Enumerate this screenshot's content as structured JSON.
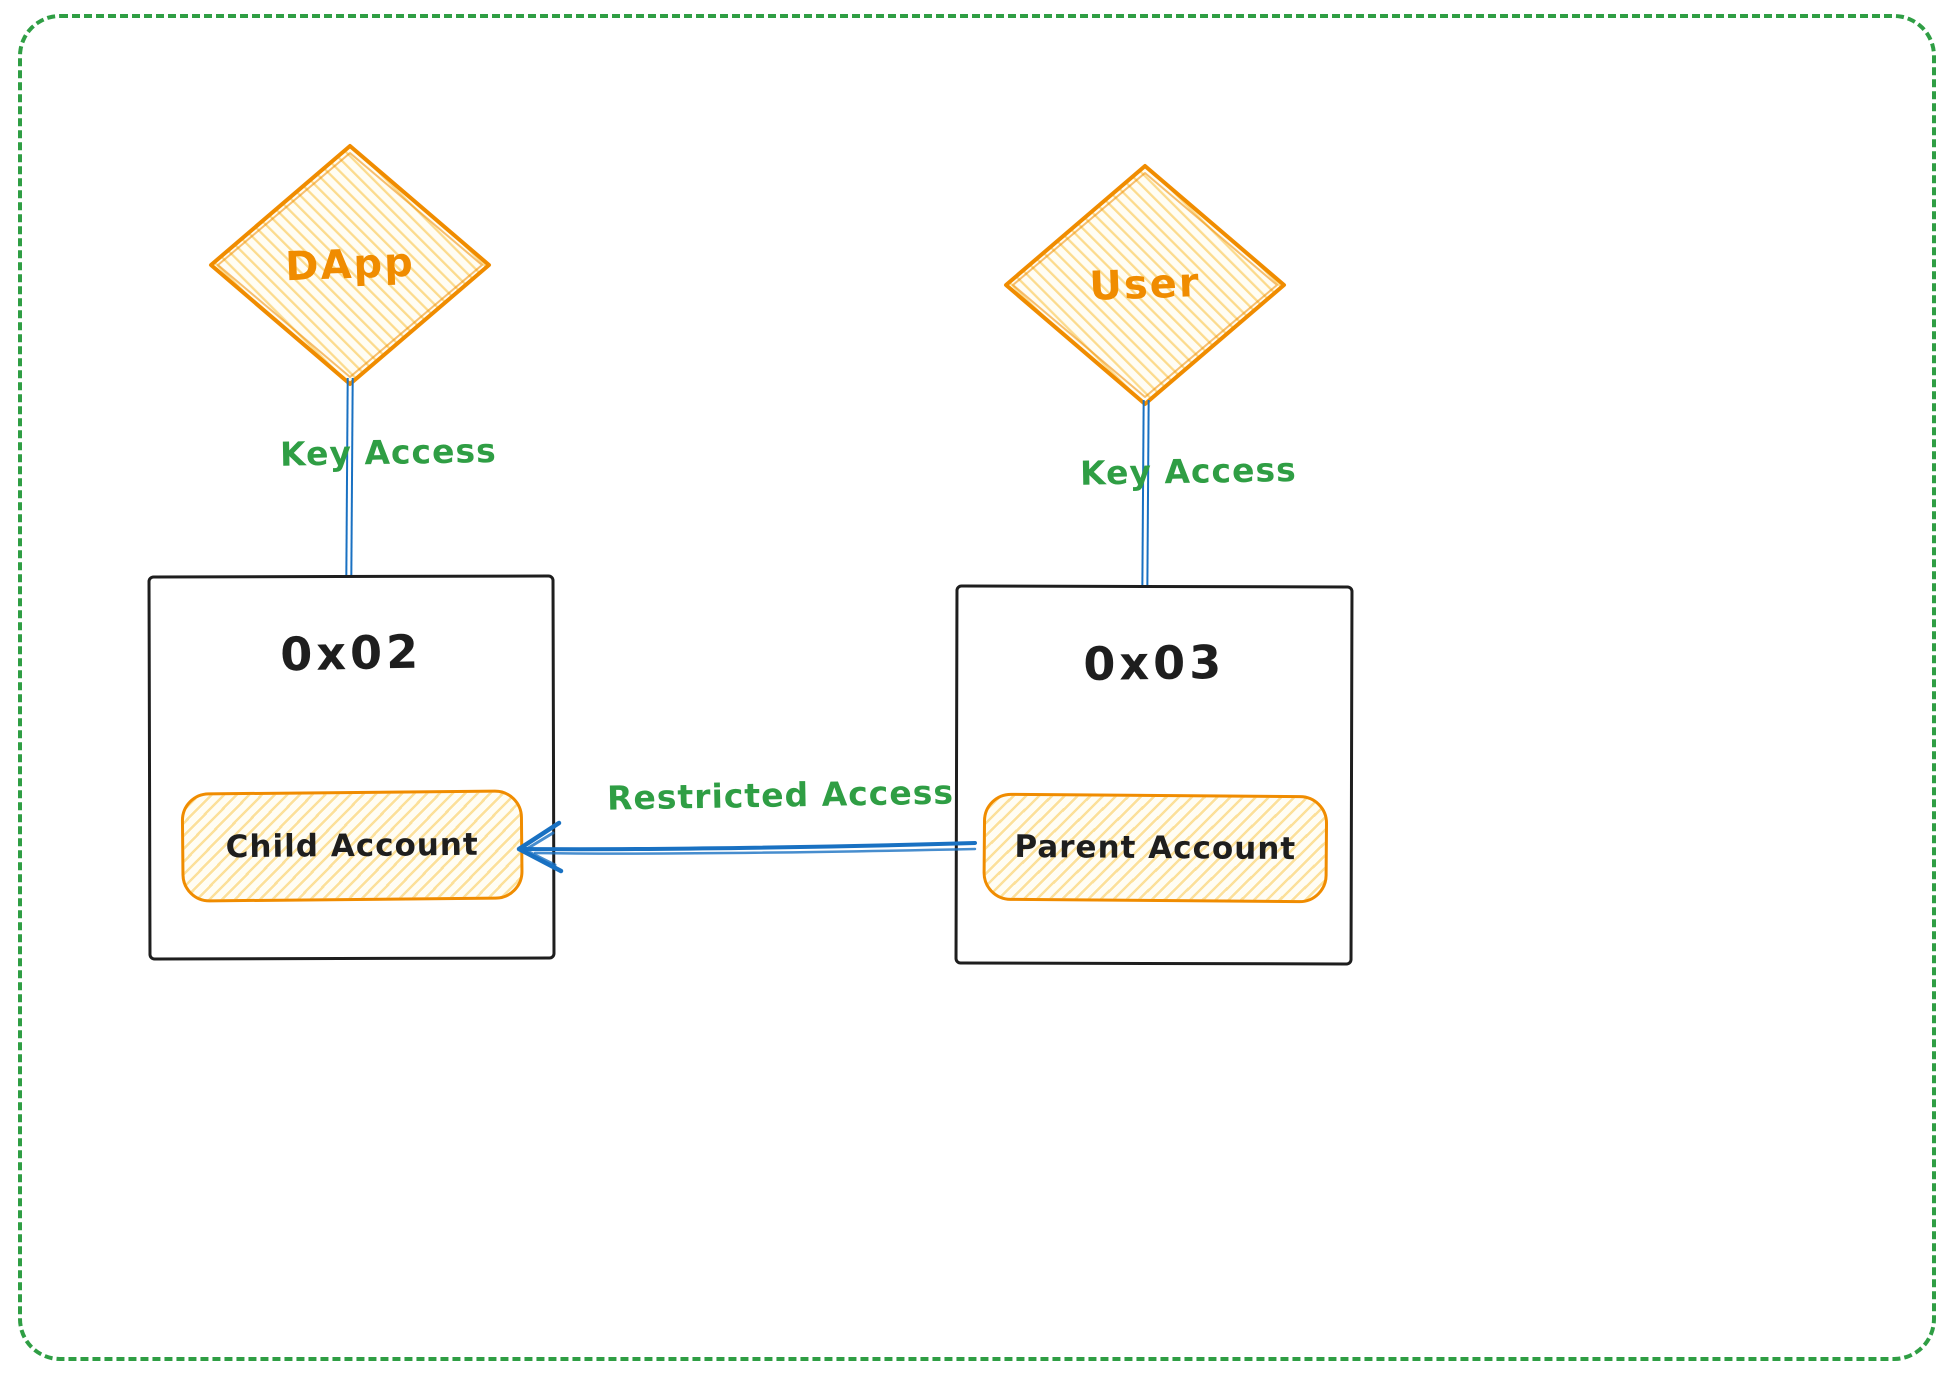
{
  "colors": {
    "orange": "#f08c00",
    "fill-yellow": "#ffec99",
    "green": "#2f9e44",
    "blue": "#1971c2",
    "ink": "#1e1e1e"
  },
  "nodes": {
    "dapp": {
      "label": "DApp"
    },
    "user": {
      "label": "User"
    },
    "left_box": {
      "title": "0x02",
      "account": "Child Account"
    },
    "right_box": {
      "title": "0x03",
      "account": "Parent Account"
    }
  },
  "edges": {
    "dapp_key_access": "Key Access",
    "user_key_access": "Key Access",
    "restricted_access": "Restricted Access"
  }
}
